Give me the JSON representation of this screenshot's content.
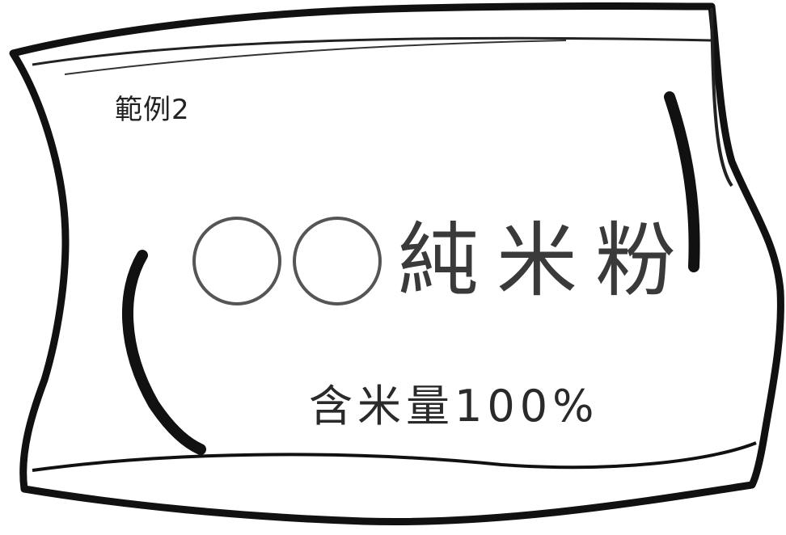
{
  "label": {
    "example": "範例2"
  },
  "product": {
    "name": "純米粉",
    "rice_content": "含米量100%"
  },
  "colors": {
    "outline": "#111111",
    "text": "#2a2a2a",
    "background": "#ffffff"
  }
}
